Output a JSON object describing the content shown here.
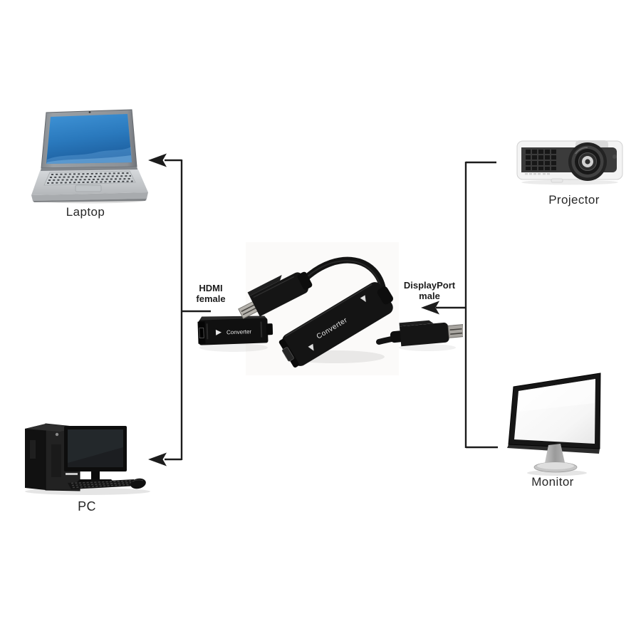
{
  "diagram": {
    "devices": {
      "laptop": {
        "label": "Laptop"
      },
      "pc": {
        "label": "PC"
      },
      "projector": {
        "label": "Projector"
      },
      "monitor": {
        "label": "Monitor"
      }
    },
    "adapter": {
      "input_label": {
        "line1": "HDMI",
        "line2": "female"
      },
      "output_label": {
        "line1": "DisplayPort",
        "line2": "male"
      },
      "converter_text_main": "Converter",
      "converter_text_small": "Converter"
    },
    "colors": {
      "line": "#1c1c1c",
      "label_text": "#272727",
      "laptop_screen_blue": "#2f7cc0",
      "device_black": "#141414",
      "photo_background": "#fbfaf9"
    }
  }
}
